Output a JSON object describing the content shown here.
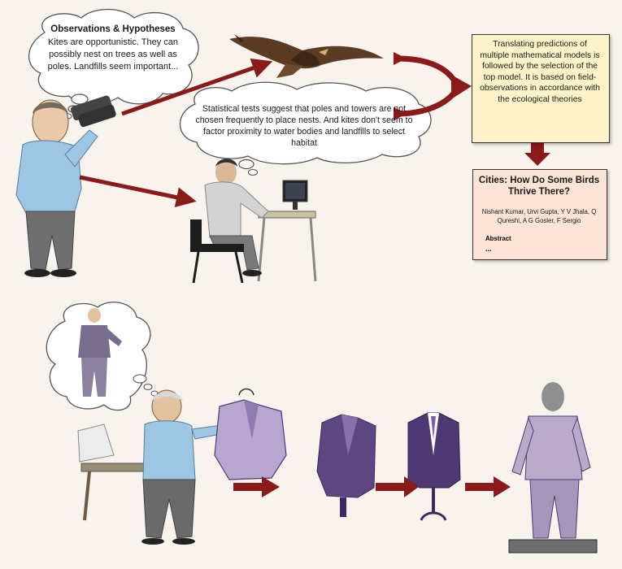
{
  "observations_bubble": {
    "title": "Observations & Hypotheses",
    "body": "Kites are opportunistic. They can possibly nest on trees as well as poles. Landfills seem important..."
  },
  "statistics_bubble": {
    "body": "Statistical tests suggest that poles and towers are not chosen frequently to place nests. And kites don't seem to factor proximity to water bodies and landfills to select habitat"
  },
  "prediction_box": {
    "text": "Translating predictions of multiple mathematical models is followed by  the selection of the top model. It is based on field-observations in accordance with the ecological theories"
  },
  "paper_box": {
    "title": "Cities: How Do Some Birds Thrive There?",
    "authors": "Nishant Kumar, Urvi Gupta, Y V Jhala, Q Qureshi, A G Gosler, F Sergio",
    "abstract_label": "Abstract",
    "ellipsis": "..."
  },
  "colors": {
    "arrow": "#8b1a1a",
    "prediction_box_fill": "#fdf2c8",
    "paper_box_fill": "#fbe4d5",
    "suit_purple": "#4d3a75",
    "background": "#f8f3ec"
  }
}
